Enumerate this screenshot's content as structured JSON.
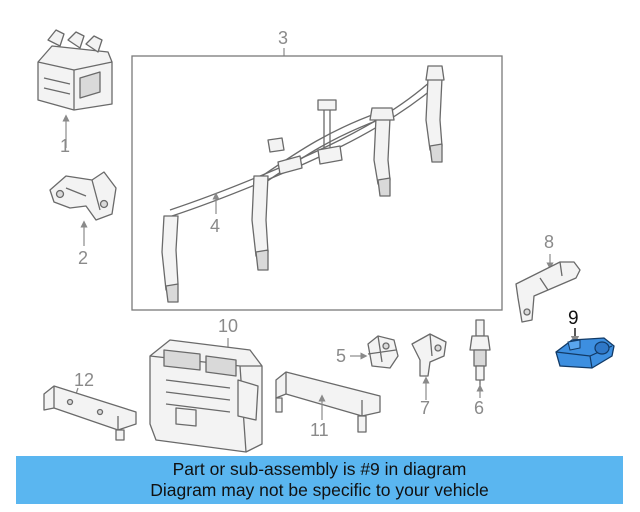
{
  "callouts": {
    "c1": "1",
    "c2": "2",
    "c3": "3",
    "c4": "4",
    "c5": "5",
    "c6": "6",
    "c7": "7",
    "c8": "8",
    "c9": "9",
    "c10": "10",
    "c11": "11",
    "c12": "12"
  },
  "highlight": {
    "part_number": "9",
    "color": "#3d8fe0"
  },
  "banner": {
    "line1": "Part or sub-assembly is #9 in diagram",
    "line2": "Diagram may not be specific to your vehicle",
    "background": "#5ab6f0"
  }
}
